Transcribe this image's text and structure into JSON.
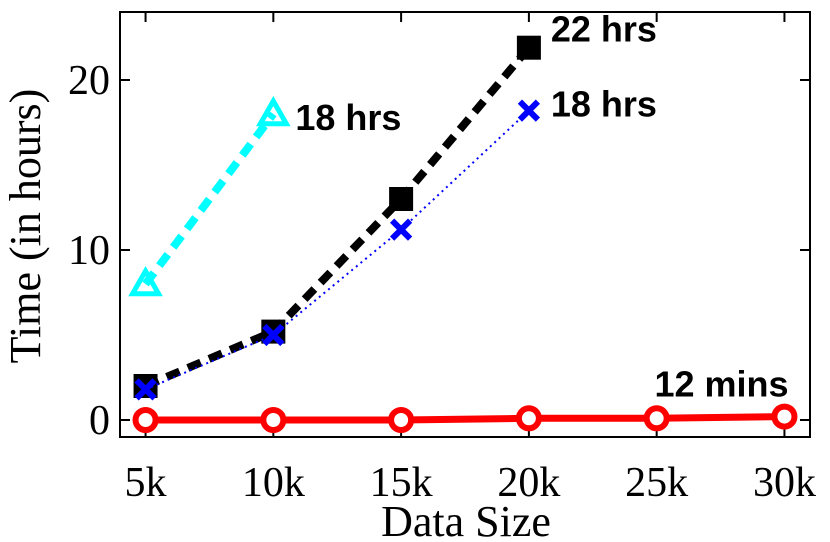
{
  "chart_data": {
    "type": "line",
    "xlabel": "Data Size",
    "ylabel": "Time (in hours)",
    "x_ticks": [
      "5k",
      "10k",
      "15k",
      "20k",
      "25k",
      "30k"
    ],
    "x_tick_values": [
      5,
      10,
      15,
      20,
      25,
      30
    ],
    "y_ticks": [
      "0",
      "10",
      "20"
    ],
    "y_tick_values": [
      0,
      10,
      20
    ],
    "xlim": [
      4,
      31
    ],
    "ylim": [
      -1,
      24
    ],
    "grid": false,
    "series": [
      {
        "x": [
          5,
          10
        ],
        "y": [
          8,
          18
        ],
        "color": "#00ffff",
        "line_style": "dashed",
        "marker": "triangle"
      },
      {
        "x": [
          5,
          10,
          15,
          20
        ],
        "y": [
          2,
          5.2,
          13,
          21.9
        ],
        "color": "#000000",
        "line_style": "dashed",
        "marker": "square"
      },
      {
        "x": [
          5,
          10,
          15,
          20
        ],
        "y": [
          1.8,
          5,
          11.2,
          18.2
        ],
        "color": "#0000ff",
        "line_style": "dotted",
        "marker": "x"
      },
      {
        "x": [
          5,
          10,
          15,
          20,
          25,
          30
        ],
        "y": [
          0,
          0,
          0,
          0.1,
          0.1,
          0.2
        ],
        "color": "#ff0000",
        "line_style": "solid",
        "marker": "circle"
      }
    ],
    "annotations": [
      {
        "text": "18 hrs",
        "x": 10,
        "y": 18
      },
      {
        "text": "22 hrs",
        "x": 20,
        "y": 21.9
      },
      {
        "text": "18 hrs",
        "x": 20,
        "y": 18.2
      },
      {
        "text": "12 mins",
        "x": 30,
        "y": 0.2
      }
    ]
  }
}
